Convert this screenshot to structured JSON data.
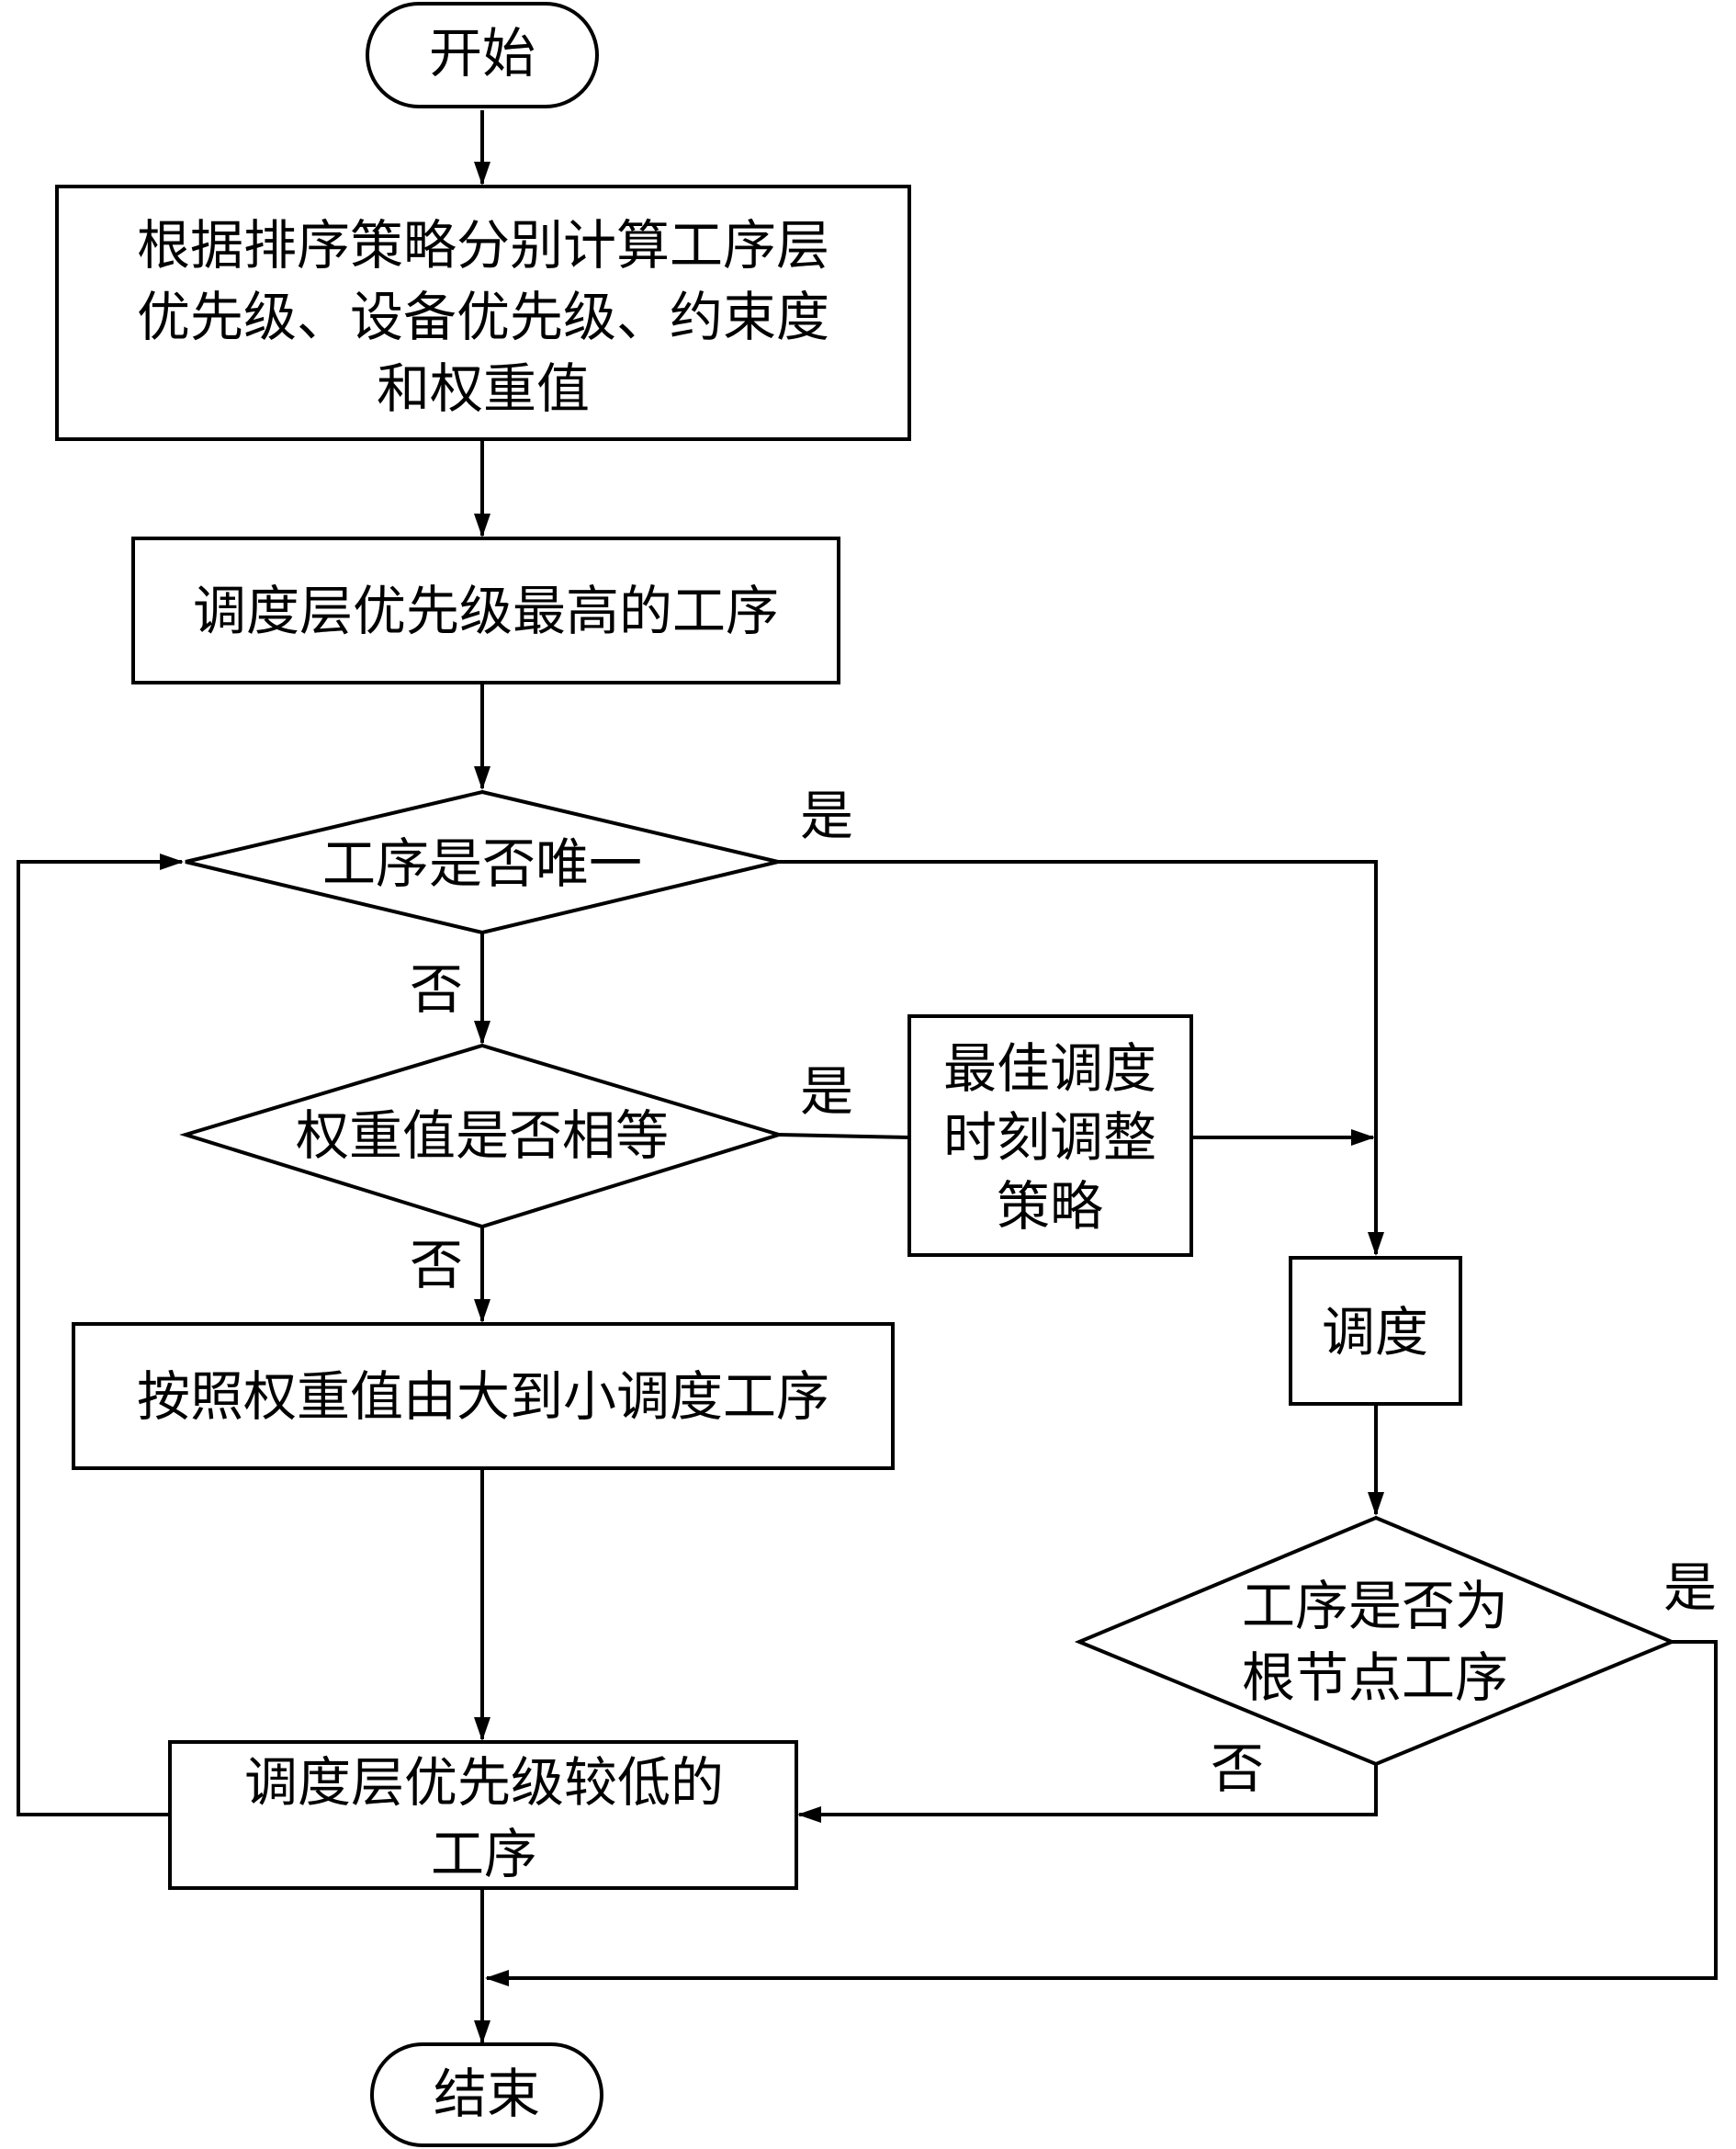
{
  "nodes": {
    "start": "开始",
    "compute": [
      "根据排序策略分别计算工序层",
      "优先级、设备优先级、约束度",
      "和权重值"
    ],
    "highest": "调度层优先级最高的工序",
    "unique": "工序是否唯一",
    "equal_weight": "权重值是否相等",
    "adjust": [
      "最佳调度",
      "时刻调整",
      "策略"
    ],
    "by_weight": "按照权重值由大到小调度工序",
    "schedule": "调度",
    "root_check": [
      "工序是否为",
      "根节点工序"
    ],
    "lower": [
      "调度层优先级较低的",
      "工序"
    ],
    "end": "结束"
  },
  "labels": {
    "yes": "是",
    "no": "否"
  }
}
